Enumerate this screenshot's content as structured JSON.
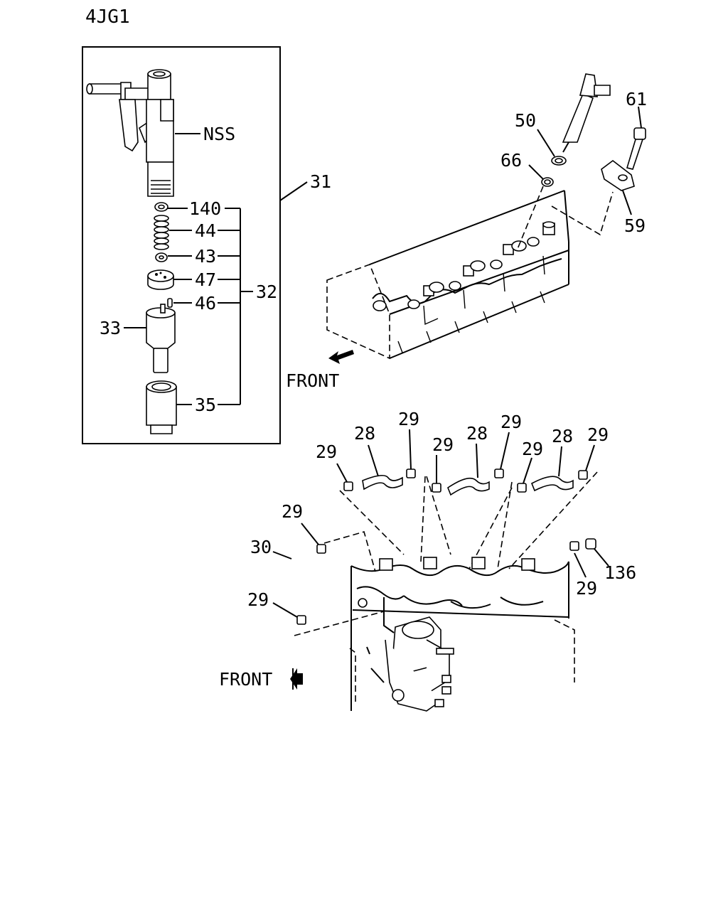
{
  "title": "4JG1",
  "callouts": {
    "nss": "NSS",
    "c31": "31",
    "c140": "140",
    "c44": "44",
    "c43": "43",
    "c47": "47",
    "c46": "46",
    "c32": "32",
    "c33": "33",
    "c35": "35",
    "c50": "50",
    "c61": "61",
    "c66": "66",
    "c59": "59",
    "c28a": "28",
    "c28b": "28",
    "c28c": "28",
    "c29a": "29",
    "c29b": "29",
    "c29c": "29",
    "c29d": "29",
    "c29e": "29",
    "c29f": "29",
    "c29g": "29",
    "c29h": "29",
    "c29i": "29",
    "c30": "30",
    "c136": "136"
  },
  "front_label_top": "FRONT",
  "front_label_bottom": "FRONT"
}
